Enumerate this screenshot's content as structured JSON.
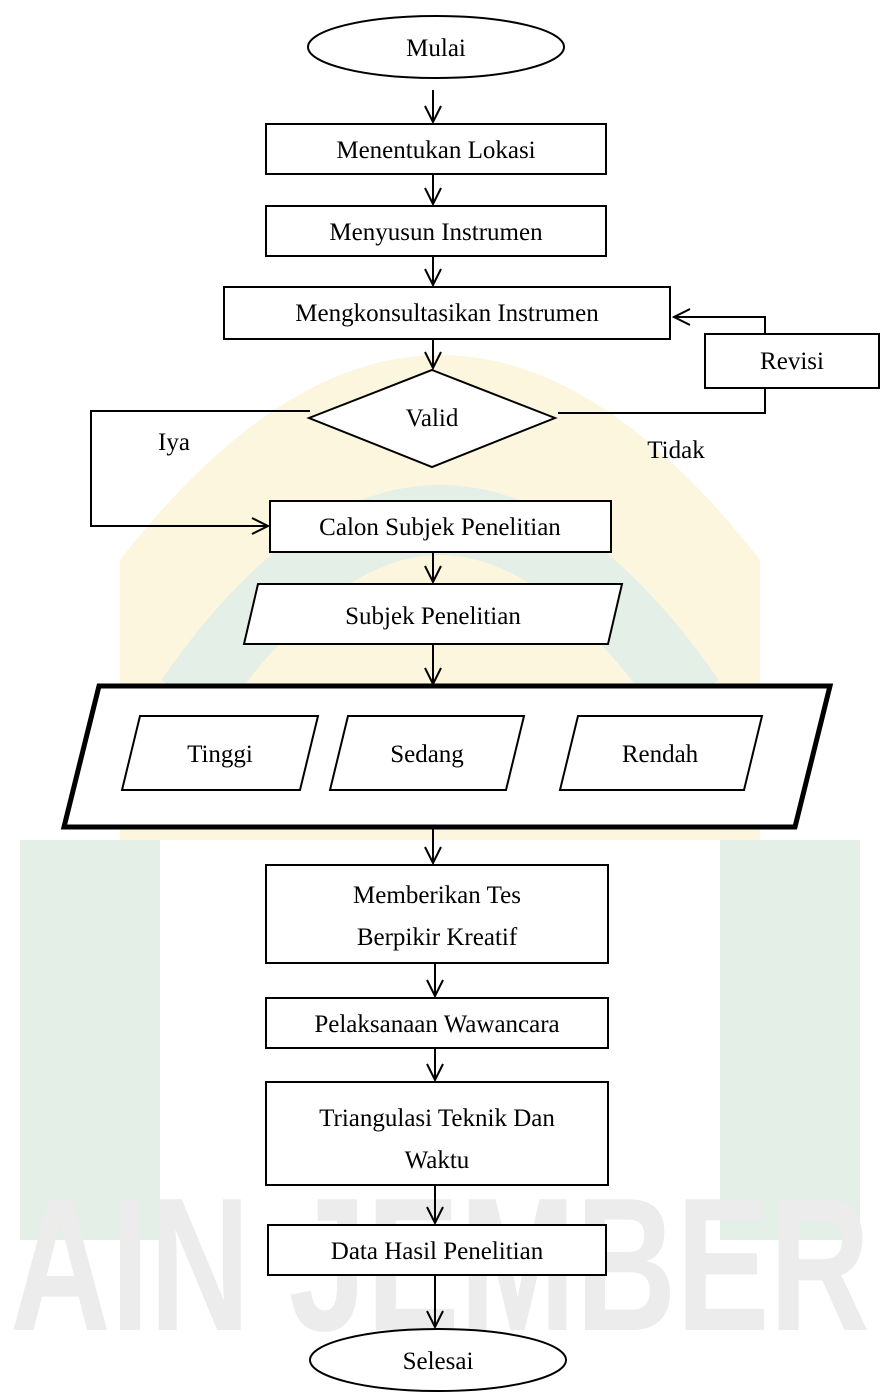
{
  "flowchart": {
    "start": "Mulai",
    "steps": {
      "location": "Menentukan Lokasi",
      "instrument": "Menyusun Instrumen",
      "consult": "Mengkonsultasikan Instrumen",
      "valid": "Valid",
      "revise": "Revisi",
      "yes": "Iya",
      "no": "Tidak",
      "candidates": "Calon Subjek Penelitian",
      "subjects": "Subjek Penelitian",
      "high": "Tinggi",
      "medium": "Sedang",
      "low": "Rendah",
      "test_line1": "Memberikan Tes",
      "test_line2": "Berpikir Kreatif",
      "interview": "Pelaksanaan Wawancara",
      "triang_line1": "Triangulasi Teknik Dan",
      "triang_line2": "Waktu",
      "results": "Data Hasil Penelitian"
    },
    "end": "Selesai"
  },
  "watermark": {
    "text": "AIN JEMBER",
    "color": "#ececec",
    "accent_green": "#e4efe8",
    "accent_yellow": "#fbf6dd"
  }
}
